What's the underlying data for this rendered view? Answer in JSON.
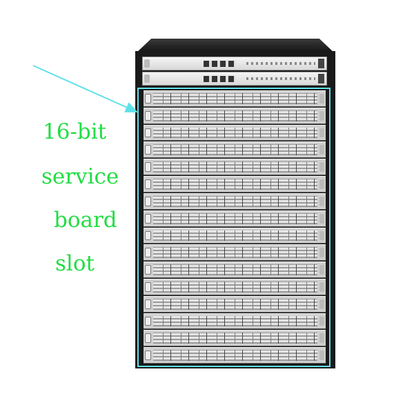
{
  "annotation": {
    "lines": [
      "16-bit",
      "service",
      "board",
      "slot"
    ],
    "text_color": "#22dd44",
    "highlight_color": "#5ee0e8",
    "arrow_color": "#5ee0e8"
  },
  "device": {
    "mpu_slot_count": 2,
    "service_slot_count": 16
  }
}
